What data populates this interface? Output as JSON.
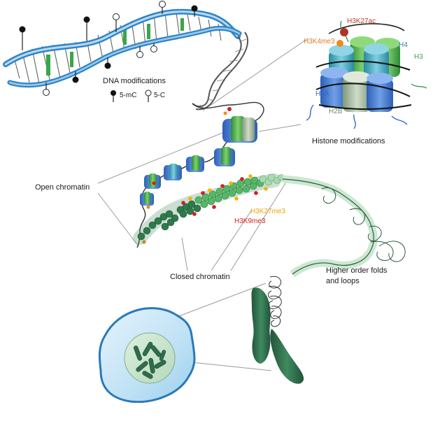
{
  "labels": {
    "dna_modifications": "DNA modifications",
    "mc5": "5-mC",
    "c5": "5-C",
    "h3k27ac": "H3K27ac",
    "h3k4me3": "H3K4me3",
    "h4": "H4",
    "h3": "H3",
    "h2a": "H2A",
    "h2b": "H2B",
    "histone_modifications": "Histone modifications",
    "open_chromatin": "Open chromatin",
    "h3k27me3": "H3K27me3",
    "h3k9me3": "H3K9me3",
    "closed_chromatin": "Closed chromatin",
    "higher_order_1": "Higher order folds",
    "higher_order_2": "and loops"
  },
  "colors": {
    "dna_blue": "#2e86c9",
    "dna_light_blue": "#bcd9ee",
    "dna_green": "#3aa64a",
    "nucleosome_blue": "#3a78c9",
    "nucleosome_green": "#47b04b",
    "nucleosome_teal": "#3fa4b8",
    "nucleosome_sage": "#a8bfa0",
    "closed_green": "#2f7a4a",
    "mark_red": "#d61e1e",
    "mark_orange": "#f08a1c",
    "mark_yellow": "#f2b400",
    "cell_fill": "#bfe1f5",
    "cell_border": "#2a79b8",
    "nucleus_fill": "#cde6d1",
    "chromosome": "#2f6d4a"
  }
}
